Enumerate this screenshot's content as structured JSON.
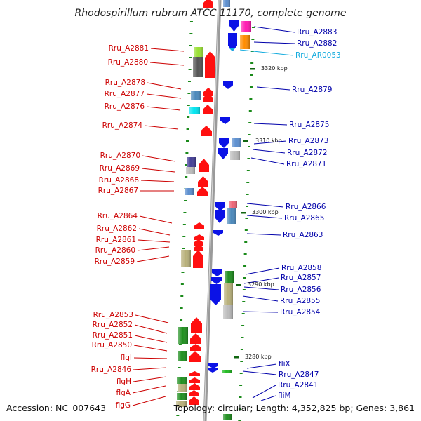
{
  "title": "Rhodospirillum rubrum ATCC 11170, complete genome",
  "footer": {
    "accession": "Accession: NC_007643",
    "topology": "Topology: circular; Length: 4,352,825 bp; Genes: 3,861"
  },
  "colors": {
    "left_label": "#cc0000",
    "right_label": "#0000aa",
    "rna_label": "#11aadd",
    "backbone": "#999999",
    "tick": "#1a8a1a"
  },
  "kbp_marks": [
    "3320 kbp",
    "3310 kbp",
    "3300 kbp",
    "3290 kbp",
    "3280 kbp"
  ],
  "left_labels": [
    "Rru_A2881",
    "Rru_A2880",
    "Rru_A2878",
    "Rru_A2877",
    "Rru_A2876",
    "Rru_A2874",
    "Rru_A2870",
    "Rru_A2869",
    "Rru_A2868",
    "Rru_A2867",
    "Rru_A2864",
    "Rru_A2862",
    "Rru_A2861",
    "Rru_A2860",
    "Rru_A2859",
    "Rru_A2853",
    "Rru_A2852",
    "Rru_A2851",
    "Rru_A2850",
    "flgI",
    "Rru_A2846",
    "flgH",
    "flgA",
    "flgG"
  ],
  "right_labels": [
    "Rru_A2883",
    "Rru_A2882",
    "Rru_AR0053",
    "Rru_A2879",
    "Rru_A2875",
    "Rru_A2873",
    "Rru_A2872",
    "Rru_A2871",
    "Rru_A2866",
    "Rru_A2865",
    "Rru_A2863",
    "Rru_A2858",
    "Rru_A2857",
    "Rru_A2856",
    "Rru_A2855",
    "Rru_A2854",
    "fliX",
    "Rru_A2847",
    "Rru_A2841",
    "fliM"
  ]
}
